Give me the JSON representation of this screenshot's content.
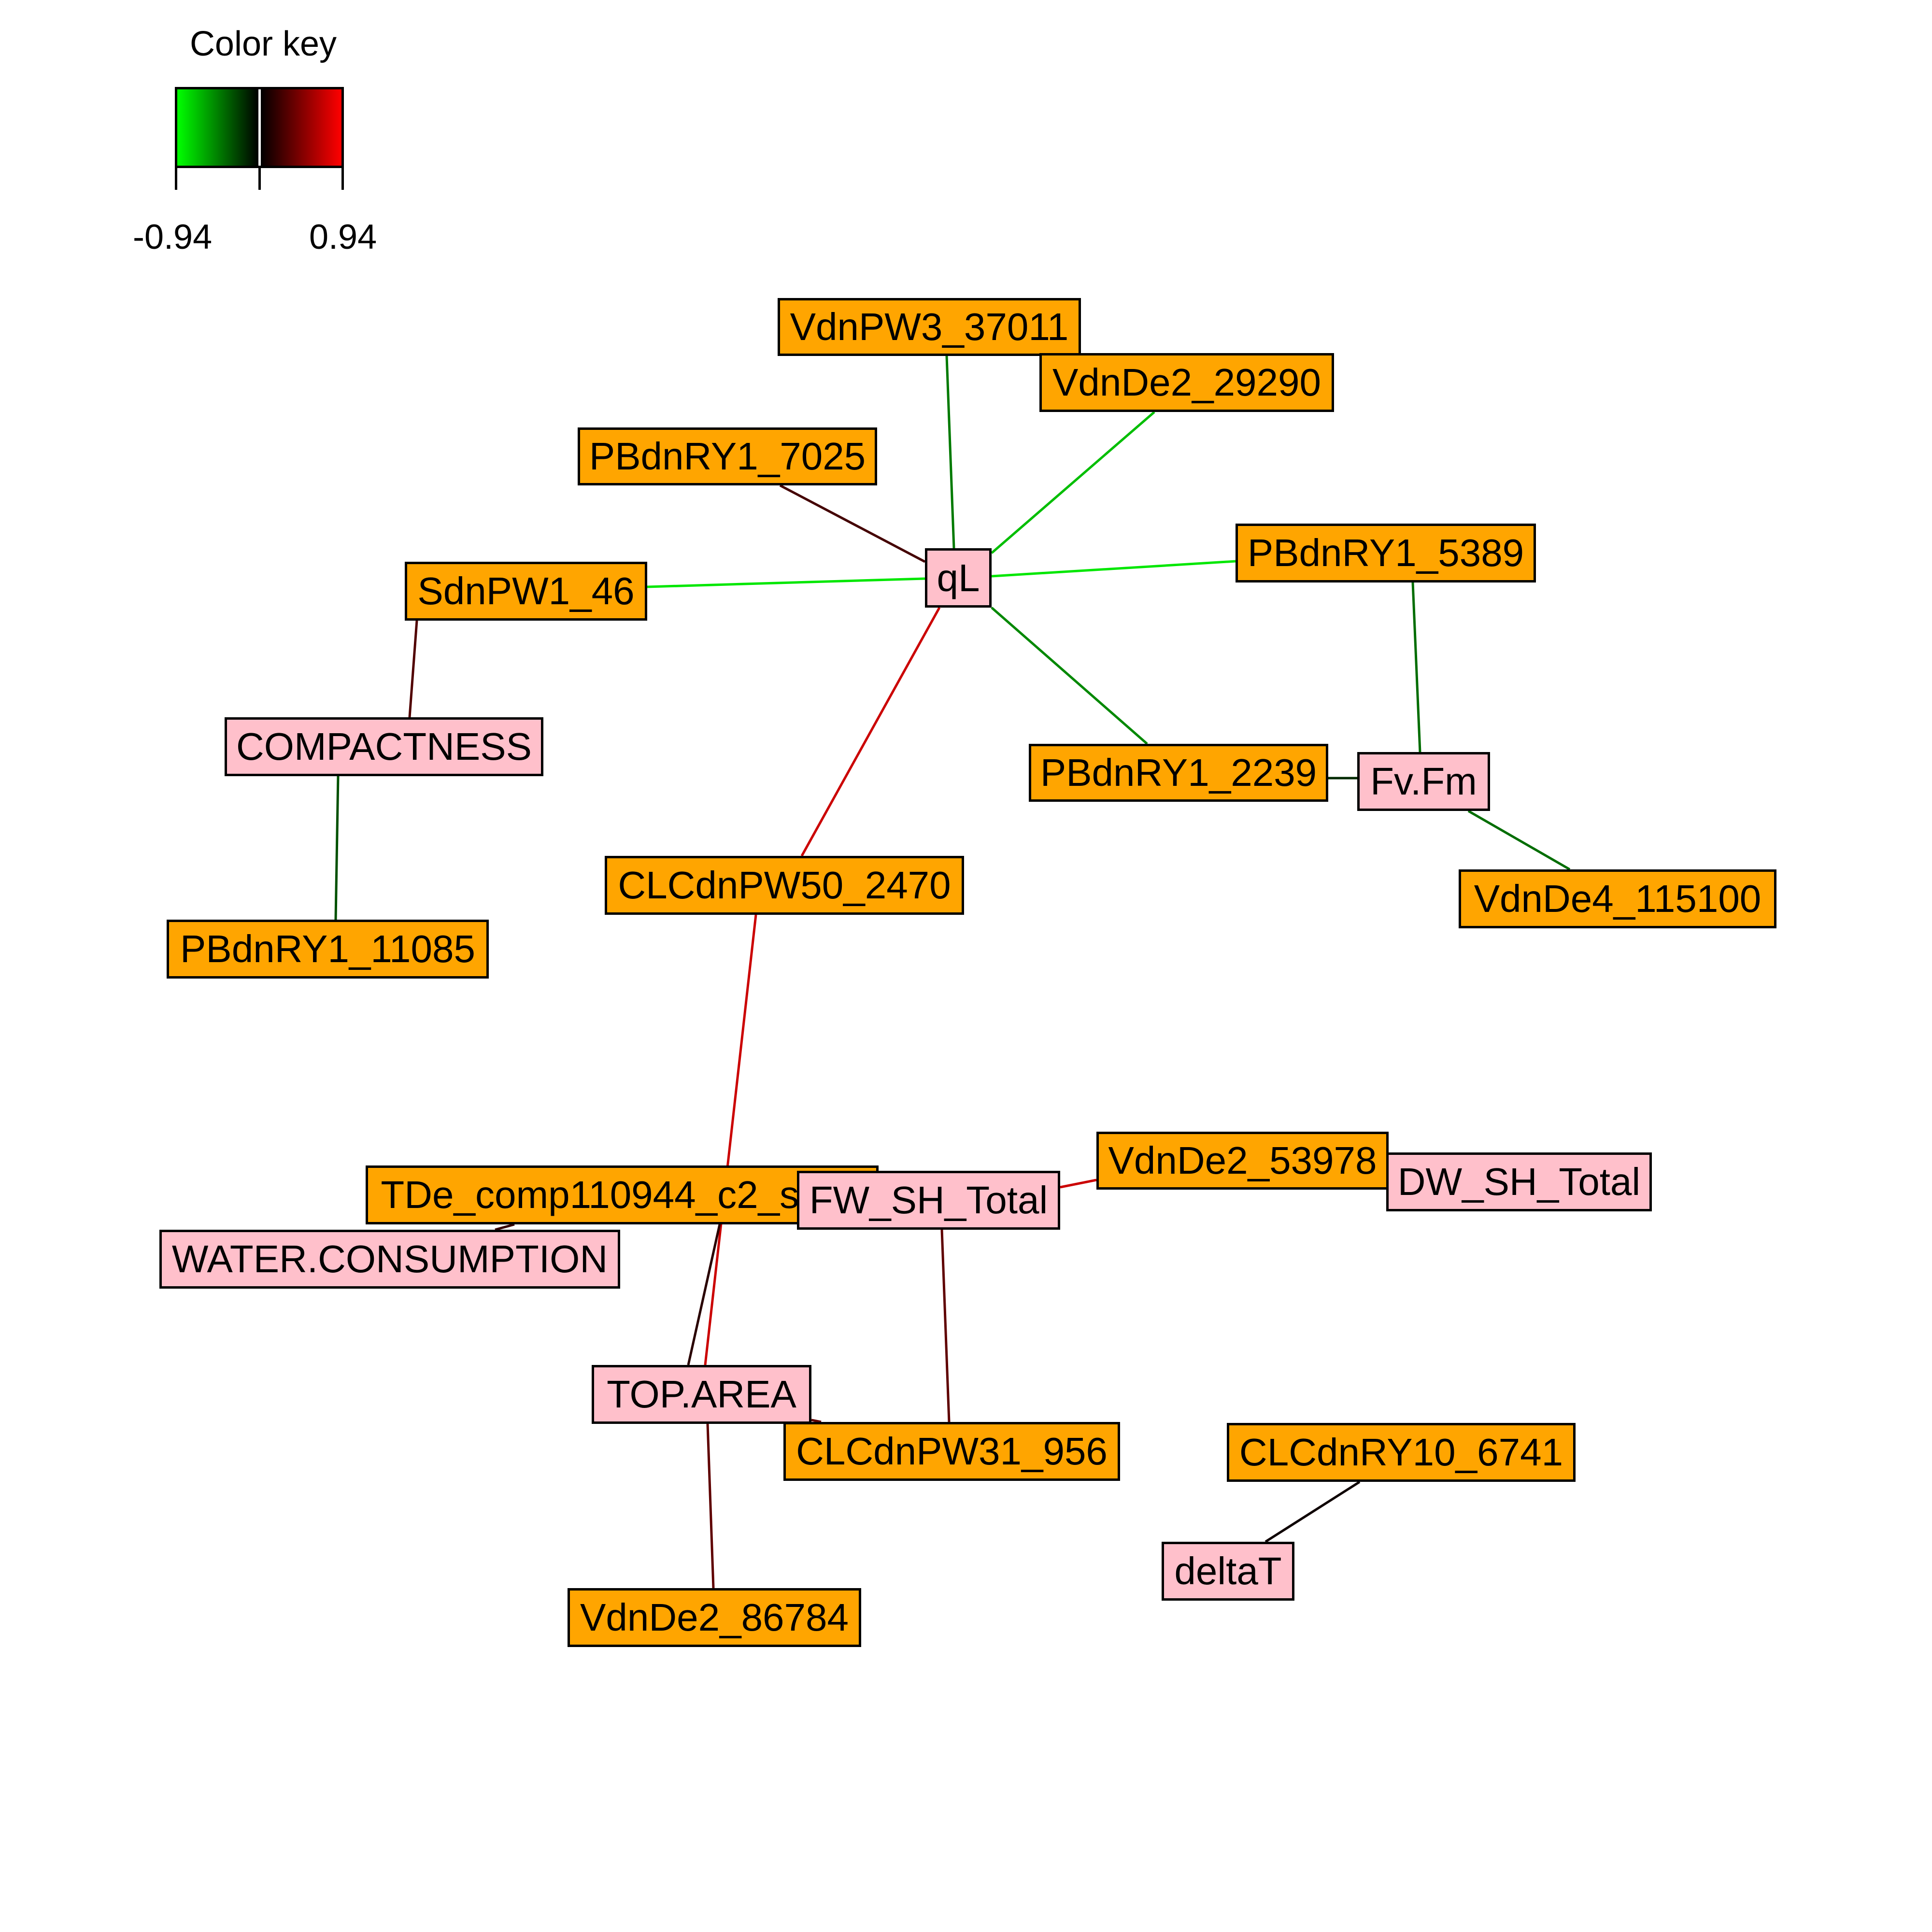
{
  "color_key": {
    "title": "Color key",
    "min_label": "-0.94",
    "max_label": "0.94",
    "min_value": -0.94,
    "max_value": 0.94,
    "negative_color": "#00FF00",
    "middle_color": "#000000",
    "positive_color": "#FF0000"
  },
  "node_colors": {
    "gene": "#FFA500",
    "trait": "#FFC0CB"
  },
  "nodes": [
    {
      "id": "VdnPW3_37011",
      "label": "VdnPW3_37011",
      "type": "gene"
    },
    {
      "id": "VdnDe2_29290",
      "label": "VdnDe2_29290",
      "type": "gene"
    },
    {
      "id": "PBdnRY1_7025",
      "label": "PBdnRY1_7025",
      "type": "gene"
    },
    {
      "id": "qL",
      "label": "qL",
      "type": "trait"
    },
    {
      "id": "SdnPW1_46",
      "label": "SdnPW1_46",
      "type": "gene"
    },
    {
      "id": "PBdnRY1_5389",
      "label": "PBdnRY1_5389",
      "type": "gene"
    },
    {
      "id": "COMPACTNESS",
      "label": "COMPACTNESS",
      "type": "trait"
    },
    {
      "id": "PBdnRY1_2239",
      "label": "PBdnRY1_2239",
      "type": "gene"
    },
    {
      "id": "Fv.Fm",
      "label": "Fv.Fm",
      "type": "trait"
    },
    {
      "id": "CLCdnPW50_2470",
      "label": "CLCdnPW50_2470",
      "type": "gene"
    },
    {
      "id": "VdnDe4_115100",
      "label": "VdnDe4_115100",
      "type": "gene"
    },
    {
      "id": "PBdnRY1_11085",
      "label": "PBdnRY1_11085",
      "type": "gene"
    },
    {
      "id": "VdnDe2_53978",
      "label": "VdnDe2_53978",
      "type": "gene"
    },
    {
      "id": "DW_SH_Total",
      "label": "DW_SH_Total",
      "type": "trait"
    },
    {
      "id": "TDe_comp110944_c2_seq4",
      "label": "TDe_comp110944_c2_seq4",
      "type": "gene"
    },
    {
      "id": "FW_SH_Total",
      "label": "FW_SH_Total",
      "type": "trait"
    },
    {
      "id": "WATER.CONSUMPTION",
      "label": "WATER.CONSUMPTION",
      "type": "trait"
    },
    {
      "id": "TOP.AREA",
      "label": "TOP.AREA",
      "type": "trait"
    },
    {
      "id": "CLCdnPW31_956",
      "label": "CLCdnPW31_956",
      "type": "gene"
    },
    {
      "id": "CLCdnRY10_6741",
      "label": "CLCdnRY10_6741",
      "type": "gene"
    },
    {
      "id": "deltaT",
      "label": "deltaT",
      "type": "trait"
    },
    {
      "id": "VdnDe2_86784",
      "label": "VdnDe2_86784",
      "type": "gene"
    }
  ],
  "edges": [
    {
      "from": "VdnPW3_37011",
      "to": "qL",
      "correlation": -0.45
    },
    {
      "from": "VdnDe2_29290",
      "to": "qL",
      "correlation": -0.7
    },
    {
      "from": "PBdnRY1_7025",
      "to": "qL",
      "correlation": 0.25
    },
    {
      "from": "SdnPW1_46",
      "to": "qL",
      "correlation": -0.85
    },
    {
      "from": "PBdnRY1_5389",
      "to": "qL",
      "correlation": -0.85
    },
    {
      "from": "PBdnRY1_2239",
      "to": "qL",
      "correlation": -0.5
    },
    {
      "from": "CLCdnPW50_2470",
      "to": "qL",
      "correlation": 0.75
    },
    {
      "from": "PBdnRY1_5389",
      "to": "Fv.Fm",
      "correlation": -0.4
    },
    {
      "from": "PBdnRY1_2239",
      "to": "Fv.Fm",
      "correlation": -0.15
    },
    {
      "from": "VdnDe4_115100",
      "to": "Fv.Fm",
      "correlation": -0.4
    },
    {
      "from": "SdnPW1_46",
      "to": "COMPACTNESS",
      "correlation": 0.3
    },
    {
      "from": "PBdnRY1_11085",
      "to": "COMPACTNESS",
      "correlation": -0.3
    },
    {
      "from": "CLCdnPW50_2470",
      "to": "TOP.AREA",
      "correlation": 0.75
    },
    {
      "from": "TDe_comp110944_c2_seq4",
      "to": "TOP.AREA",
      "correlation": 0.15
    },
    {
      "from": "TDe_comp110944_c2_seq4",
      "to": "WATER.CONSUMPTION",
      "correlation": 0.2
    },
    {
      "from": "VdnDe2_86784",
      "to": "TOP.AREA",
      "correlation": 0.35
    },
    {
      "from": "CLCdnPW31_956",
      "to": "TOP.AREA",
      "correlation": 0.35
    },
    {
      "from": "CLCdnPW31_956",
      "to": "FW_SH_Total",
      "correlation": 0.35
    },
    {
      "from": "VdnDe2_53978",
      "to": "FW_SH_Total",
      "correlation": 0.75
    },
    {
      "from": "CLCdnRY10_6741",
      "to": "deltaT",
      "correlation": 0.05
    }
  ]
}
